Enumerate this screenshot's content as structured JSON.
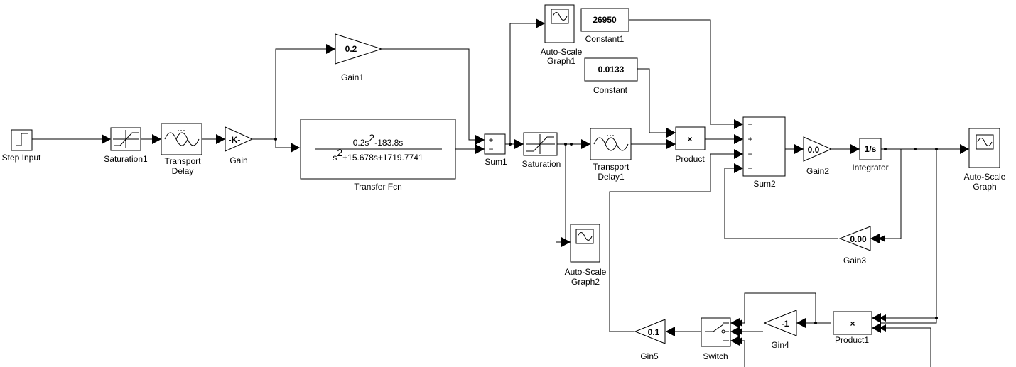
{
  "blocks": {
    "step_input": {
      "label": "Step Input"
    },
    "saturation1": {
      "label": "Saturation1"
    },
    "transport_delay": {
      "label1": "Transport",
      "label2": "Delay"
    },
    "gain": {
      "label": "Gain",
      "value": "-K-"
    },
    "gain1": {
      "label": "Gain1",
      "value": "0.2"
    },
    "transfer_fcn": {
      "label": "Transfer Fcn",
      "num_a": "0.2s",
      "num_exp": "2",
      "num_b": "-183.8s",
      "den_a": "s",
      "den_exp": "2",
      "den_b": "+15.678s+1719.7741"
    },
    "sum1": {
      "label": "Sum1",
      "sign_top": "+",
      "sign_bottom": "−"
    },
    "saturation": {
      "label": "Saturation"
    },
    "transport_delay1": {
      "label1": "Transport",
      "label2": "Delay1"
    },
    "scope1": {
      "label1": "Auto-Scale",
      "label2": "Graph1"
    },
    "constant1": {
      "label": "Constant1",
      "value": "26950"
    },
    "constant": {
      "label": "Constant",
      "value": "0.0133"
    },
    "product": {
      "label": "Product",
      "symbol": "×"
    },
    "sum2": {
      "label": "Sum2",
      "signs": [
        "−",
        "+",
        "−",
        "−"
      ]
    },
    "gain2": {
      "label": "Gain2",
      "value": "0.0"
    },
    "integrator": {
      "label": "Integrator",
      "value": "1/s"
    },
    "scope": {
      "label1": "Auto-Scale",
      "label2": "Graph"
    },
    "gain3": {
      "label": "Gain3",
      "value": "0.00"
    },
    "scope2": {
      "label1": "Auto-Scale",
      "label2": "Graph2"
    },
    "gin5": {
      "label": "Gin5",
      "value": "0.1"
    },
    "switch": {
      "label": "Switch"
    },
    "gin4": {
      "label": "Gin4",
      "value": "-1"
    },
    "product1": {
      "label": "Product1",
      "symbol": "×"
    }
  },
  "icons": [
    "step-icon",
    "saturation-icon",
    "transport-delay-icon",
    "scope-icon",
    "switch-icon"
  ]
}
